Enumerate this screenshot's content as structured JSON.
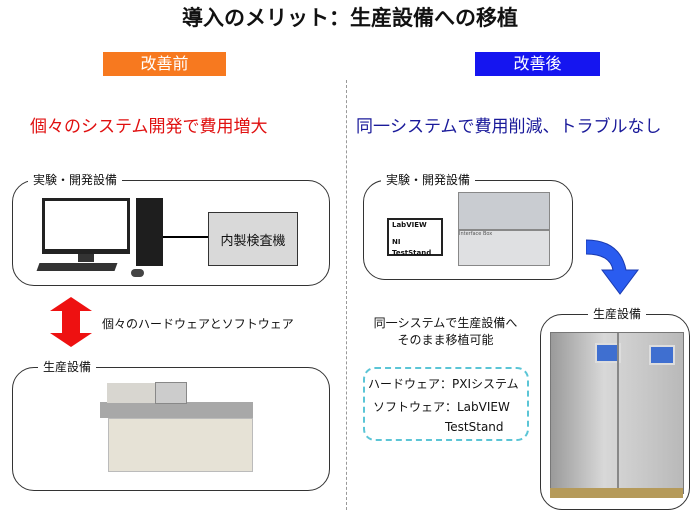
{
  "title": "導入のメリット：生産設備への移植",
  "before": {
    "tag": "改善前",
    "heading": "個々のシステム開発で費用増大",
    "dev_label": "実験・開発設備",
    "inspection_box": "内製検査機",
    "arrow_text": "個々のハードウェアとソフトウェア",
    "prod_label": "生産設備"
  },
  "after": {
    "tag": "改善後",
    "heading": "同一システムで費用削減、トラブルなし",
    "dev_label": "実験・開発設備",
    "screen_line1": "LabVIEW",
    "screen_line2": "NI TestStand",
    "interface_box": "Interface Box",
    "note_line1": "同一システムで生産設備へ",
    "note_line2": "そのまま移植可能",
    "hw": "ハードウェア：PXIシステム",
    "sw": "ソフトウェア：LabVIEW",
    "sw2": "TestStand",
    "prod_label": "生産設備"
  },
  "colors": {
    "orange": "#f7791f",
    "blue": "#1515f0",
    "red_text": "#e01010",
    "navy_text": "#1a1a9a"
  }
}
